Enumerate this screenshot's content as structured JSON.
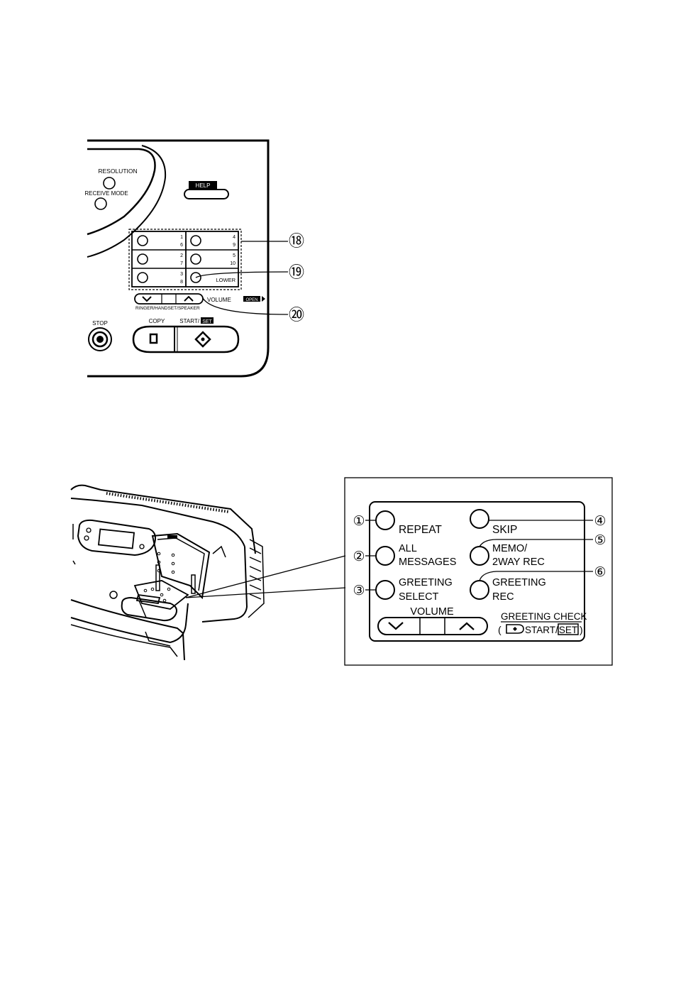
{
  "panel_top": {
    "resolution": "RESOLUTION",
    "receive_mode": "RECEIVE MODE",
    "help": "HELP",
    "stations": [
      {
        "top": "1",
        "bottom": "6"
      },
      {
        "top": "4",
        "bottom": "9"
      },
      {
        "top": "2",
        "bottom": "7"
      },
      {
        "top": "5",
        "bottom": "10"
      },
      {
        "top": "3",
        "bottom": "8"
      }
    ],
    "lower": "LOWER",
    "volume": "VOLUME",
    "open": "OPEN",
    "ringer": "RINGER/HANDSET/SPEAKER",
    "stop": "STOP",
    "copy": "COPY",
    "start": "START/",
    "set": "SET",
    "callouts": [
      "⑱",
      "⑲",
      "⑳"
    ]
  },
  "panel_bottom": {
    "repeat": "REPEAT",
    "skip": "SKIP",
    "all1": "ALL",
    "all2": "MESSAGES",
    "memo1": "MEMO/",
    "memo2": "2WAY REC",
    "gs1": "GREETING",
    "gs2": "SELECT",
    "gr1": "GREETING",
    "gr2": "REC",
    "volume": "VOLUME",
    "check": "GREETING CHECK",
    "open_paren": "(",
    "start": "START/",
    "set": "SET",
    "close_paren": ")",
    "callouts": [
      "①",
      "②",
      "③",
      "④",
      "⑤",
      "⑥"
    ]
  }
}
